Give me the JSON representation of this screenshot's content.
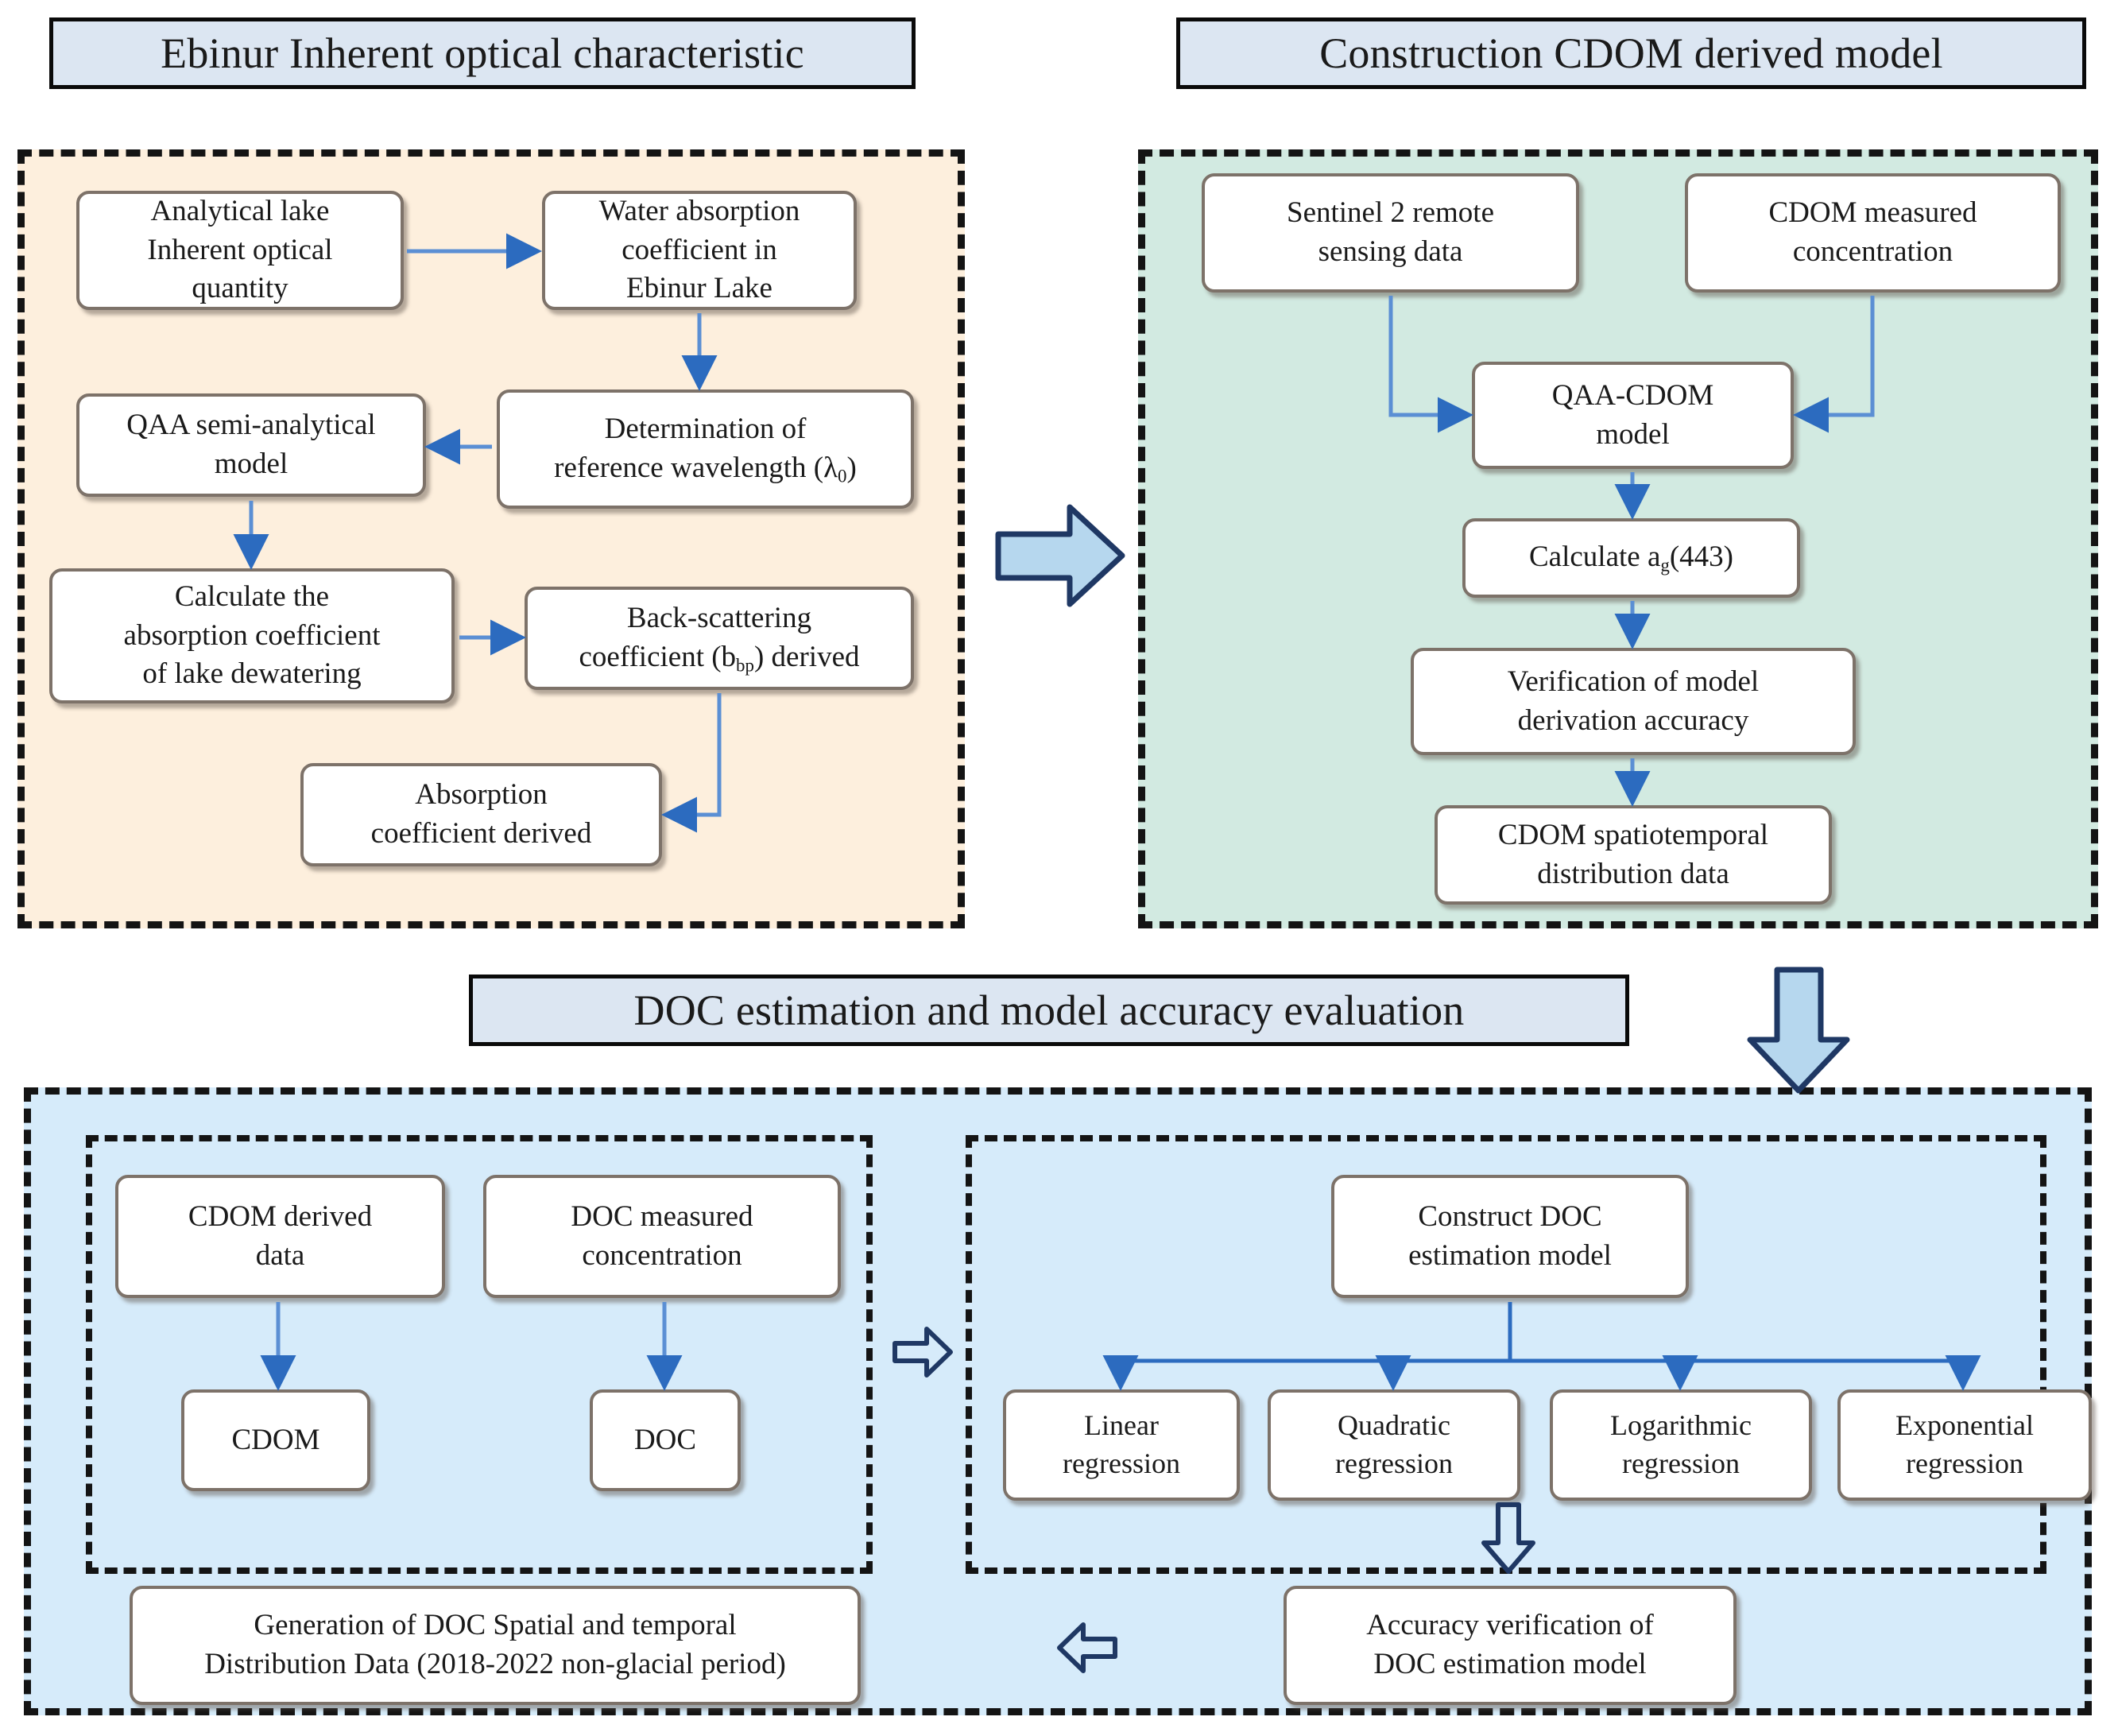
{
  "diagram": {
    "title": "Workflow for CDOM derivation and DOC estimation in Ebinur Lake",
    "colors": {
      "banner_fill": "#DCE6F2",
      "panel_cream": "#FDEFDD",
      "panel_green": "#D2EAE1",
      "panel_blue": "#D6EBFA",
      "node_fill": "#FFFFFF",
      "node_border": "#7D7269",
      "connector": "#4A7EBB",
      "block_arrow_fill": "#B6D7EE",
      "block_arrow_border": "#1F3864"
    }
  },
  "sections": {
    "optical": {
      "banner": "Ebinur Inherent optical characteristic",
      "nodes": {
        "analytical_lake": "Analytical lake Inherent optical quantity",
        "water_absorption": "Water absorption coefficient in Ebinur Lake",
        "determination_ref": "Determination of reference wavelength (λ₀)",
        "qaa_semi": "QAA semi-analytical model",
        "calculate_absorption": "Calculate the absorption coefficient of lake dewatering",
        "back_scattering": "Back-scattering coefficient (b₀₀) derived",
        "absorption_derived": "Absorption coefficient derived"
      },
      "node_lines": {
        "analytical_lake": [
          "Analytical lake",
          "Inherent optical",
          "quantity"
        ],
        "water_absorption": [
          "Water absorption",
          "coefficient in",
          "Ebinur Lake"
        ],
        "determination_ref": [
          "Determination of",
          "reference wavelength (λ₀)"
        ],
        "qaa_semi": [
          "QAA semi-analytical",
          "model"
        ],
        "calculate_absorption": [
          "Calculate the",
          "absorption coefficient",
          "of lake dewatering"
        ],
        "back_scattering": [
          "Back-scattering",
          "coefficient (b_bp) derived"
        ],
        "absorption_derived": [
          "Absorption",
          "coefficient derived"
        ]
      }
    },
    "cdom": {
      "banner": "Construction CDOM derived model",
      "node_lines": {
        "sentinel": [
          "Sentinel 2 remote",
          "sensing data"
        ],
        "cdom_measured": [
          "CDOM measured",
          "concentration"
        ],
        "qaa_cdom": [
          "QAA-CDOM",
          "model"
        ],
        "calculate_ag": [
          "Calculate a_g(443)"
        ],
        "verification": [
          "Verification of model",
          "derivation accuracy"
        ],
        "spatiotemporal": [
          "CDOM spatiotemporal",
          "distribution data"
        ]
      }
    },
    "doc": {
      "banner": "DOC estimation and model accuracy evaluation",
      "node_lines": {
        "cdom_derived_data": [
          "CDOM derived",
          "data"
        ],
        "doc_measured": [
          "DOC measured",
          "concentration"
        ],
        "cdom": [
          "CDOM"
        ],
        "doc": [
          "DOC"
        ],
        "construct_model": [
          "Construct DOC",
          "estimation model"
        ],
        "linear": [
          "Linear",
          "regression"
        ],
        "quadratic": [
          "Quadratic",
          "regression"
        ],
        "logarithmic": [
          "Logarithmic",
          "regression"
        ],
        "exponential": [
          "Exponential",
          "regression"
        ],
        "accuracy_verification": [
          "Accuracy verification of",
          "DOC estimation model"
        ],
        "generation": [
          "Generation of DOC Spatial and temporal",
          "Distribution Data (2018-2022 non-glacial period)"
        ]
      }
    }
  },
  "arrows": {
    "optical_to_cdom": "right-block-arrow",
    "cdom_to_doc": "down-block-arrow",
    "doc_left_to_right": "right-outline-arrow",
    "regression_to_accuracy": "down-outline-arrow",
    "accuracy_to_generation": "left-outline-arrow"
  }
}
